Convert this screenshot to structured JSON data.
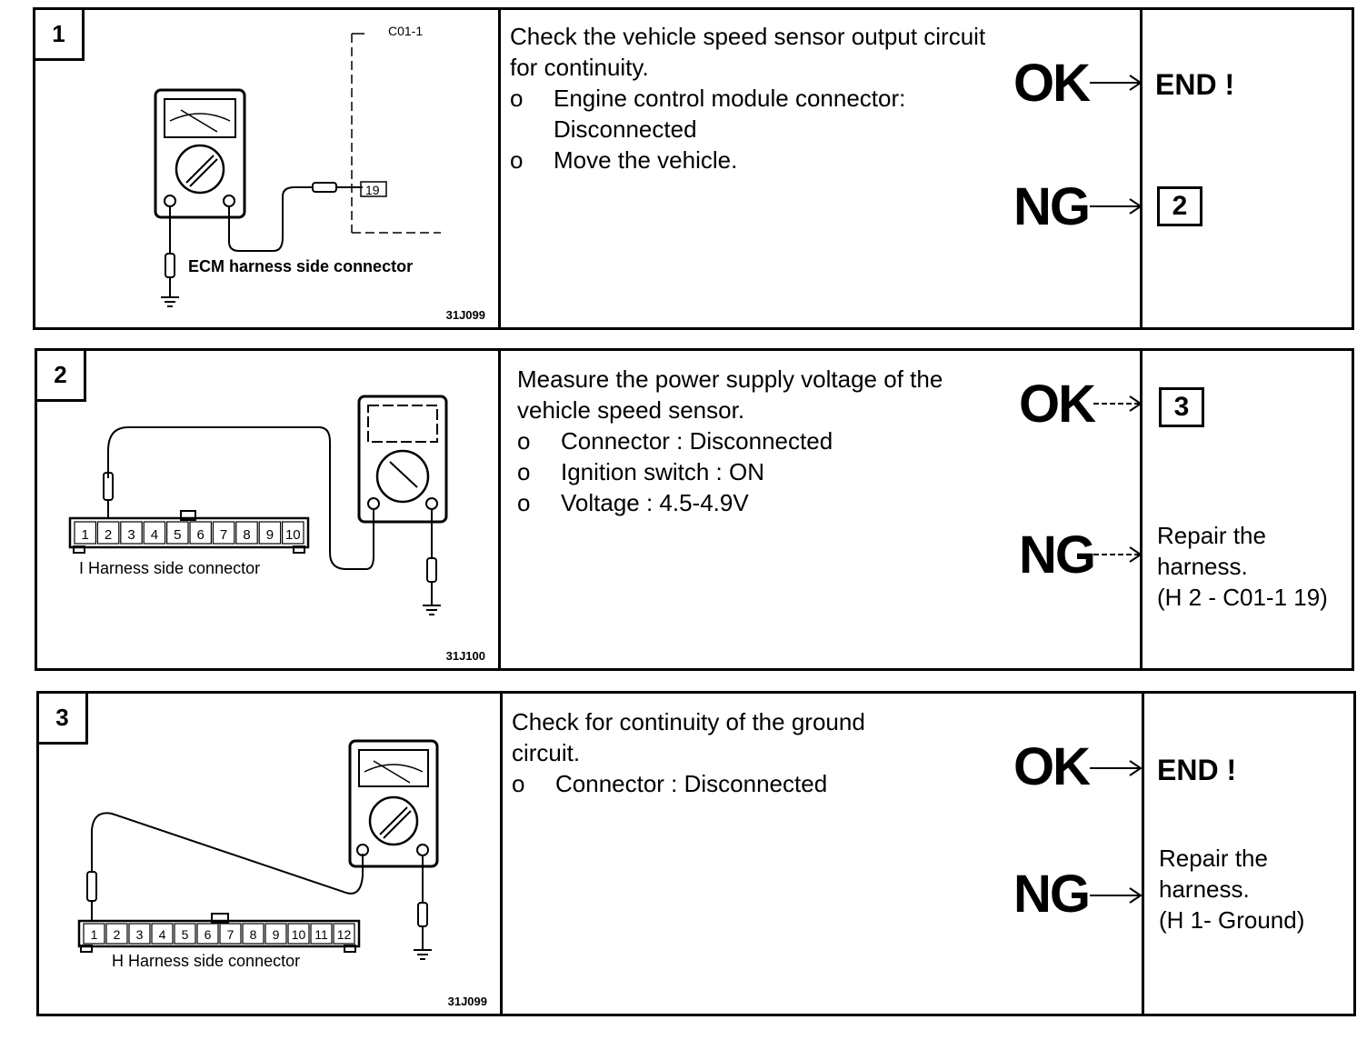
{
  "steps": [
    {
      "number": "1",
      "figure": {
        "code": "31J099",
        "connector_label": "C01-1",
        "pin_label": "19",
        "caption": "ECM harness side connector"
      },
      "title": "Check the vehicle speed sensor output circuit for continuity.",
      "items": [
        {
          "bullet": "o",
          "text": "Engine control module connector: Disconnected"
        },
        {
          "bullet": "o",
          "text": "Move the vehicle."
        }
      ],
      "ok_label": "OK",
      "ng_label": "NG",
      "ok_result": "END !",
      "ng_result": "2"
    },
    {
      "number": "2",
      "figure": {
        "code": "31J100",
        "caption": "I Harness side connector",
        "pins": [
          "1",
          "2",
          "3",
          "4",
          "5",
          "6",
          "7",
          "8",
          "9",
          "10"
        ]
      },
      "title": "Measure the power supply voltage of the vehicle speed sensor.",
      "items": [
        {
          "bullet": "o",
          "text": "Connector : Disconnected"
        },
        {
          "bullet": "o",
          "text": "Ignition switch : ON"
        },
        {
          "bullet": "o",
          "text": "Voltage : 4.5-4.9V"
        }
      ],
      "ok_label": "OK",
      "ng_label": "NG",
      "ok_result": "3",
      "ng_result_lines": [
        "Repair the",
        "harness.",
        "(H 2 - C01-1 19)"
      ]
    },
    {
      "number": "3",
      "figure": {
        "code": "31J099",
        "caption": "H Harness side connector",
        "pins": [
          "1",
          "2",
          "3",
          "4",
          "5",
          "6",
          "7",
          "8",
          "9",
          "10",
          "11",
          "12"
        ]
      },
      "title": "Check for continuity of the ground circuit.",
      "items": [
        {
          "bullet": "o",
          "text": "Connector : Disconnected"
        }
      ],
      "ok_label": "OK",
      "ng_label": "NG",
      "ok_result": "END !",
      "ng_result_lines": [
        "Repair the",
        "harness.",
        "(H 1- Ground)"
      ]
    }
  ]
}
